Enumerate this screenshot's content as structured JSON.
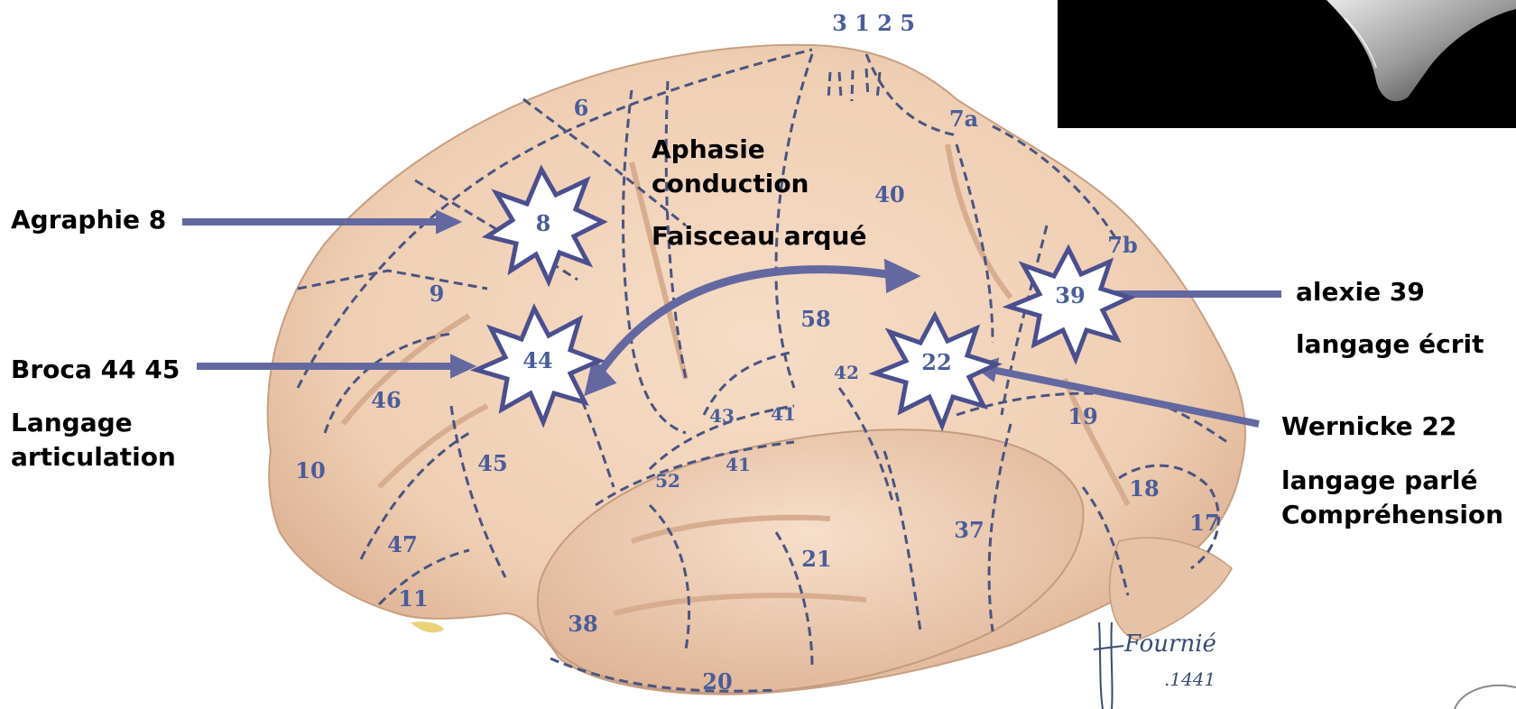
{
  "labels": {
    "agraphie": "Agraphie 8",
    "broca": "Broca 44 45",
    "broca_sub1": "Langage",
    "broca_sub2": "articulation",
    "aphasie1": "Aphasie",
    "aphasie2": "conduction",
    "faisceau": "Faisceau arqué",
    "alexie": "alexie 39",
    "alexie_sub": "langage écrit",
    "wernicke": "Wernicke 22",
    "wernicke_sub1": "langage parlé",
    "wernicke_sub2": "Compréhension"
  },
  "areas": {
    "a3125": "3 1 2 5",
    "a6": "6",
    "a7a": "7a",
    "a7b": "7b",
    "a8": "8",
    "a9": "9",
    "a10": "10",
    "a11": "11",
    "a17": "17",
    "a18": "18",
    "a19": "19",
    "a20": "20",
    "a21": "21",
    "a22": "22",
    "a37": "37",
    "a38": "38",
    "a39": "39",
    "a40": "40",
    "a41": "41",
    "a41b": "41",
    "a42": "42",
    "a43": "43",
    "a44": "44",
    "a45": "45",
    "a46": "46",
    "a47": "47",
    "a52": "52",
    "a58": "58"
  },
  "signature": {
    "line1": "Fournié",
    "line2": ".1441"
  },
  "colors": {
    "brain_fill": "#f0d3bb",
    "brain_shade": "#e3b89a",
    "arrow": "#6468a0",
    "star_fill": "#ffffff",
    "star_stroke": "#4b4f8e",
    "area_text": "#4a5d9a",
    "dash": "#4a5480"
  }
}
